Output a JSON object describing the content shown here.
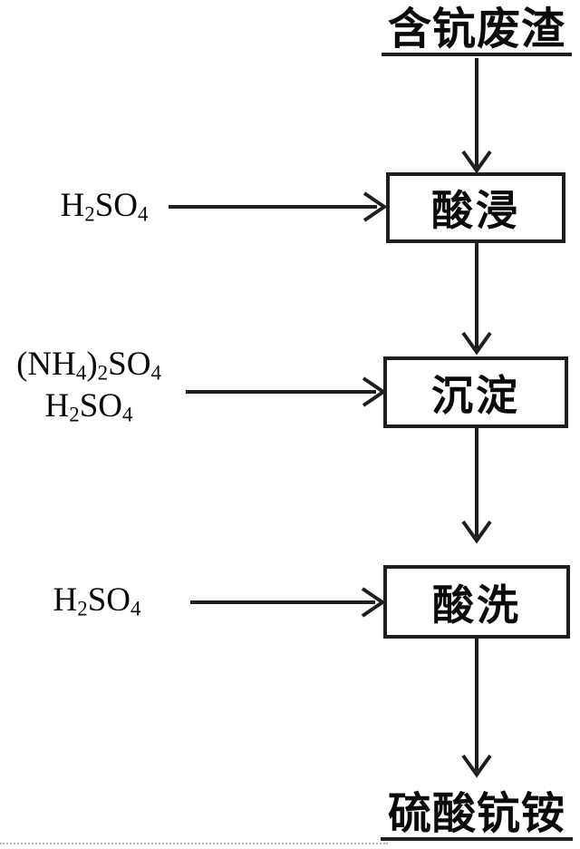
{
  "diagram": {
    "title": "含钪废渣",
    "product": "硫酸钪铵",
    "steps": [
      {
        "label": "酸浸"
      },
      {
        "label": "沉淀"
      },
      {
        "label": "酸洗"
      }
    ],
    "reagents": [
      {
        "target_step": "酸浸",
        "formulas": [
          [
            {
              "t": "H"
            },
            {
              "t": "2",
              "sub": true
            },
            {
              "t": "SO"
            },
            {
              "t": "4",
              "sub": true
            }
          ]
        ]
      },
      {
        "target_step": "沉淀",
        "formulas": [
          [
            {
              "t": "(NH"
            },
            {
              "t": "4",
              "sub": true
            },
            {
              "t": ")"
            },
            {
              "t": "2",
              "sub": true
            },
            {
              "t": "SO"
            },
            {
              "t": "4",
              "sub": true
            }
          ],
          [
            {
              "t": "H"
            },
            {
              "t": "2",
              "sub": true
            },
            {
              "t": "SO"
            },
            {
              "t": "4",
              "sub": true
            }
          ]
        ]
      },
      {
        "target_step": "酸洗",
        "formulas": [
          [
            {
              "t": "H"
            },
            {
              "t": "2",
              "sub": true
            },
            {
              "t": "SO"
            },
            {
              "t": "4",
              "sub": true
            }
          ]
        ]
      }
    ],
    "colors": {
      "line": "#1f1f1f",
      "text": "#0a0a0a",
      "background": "#ffffff"
    }
  }
}
